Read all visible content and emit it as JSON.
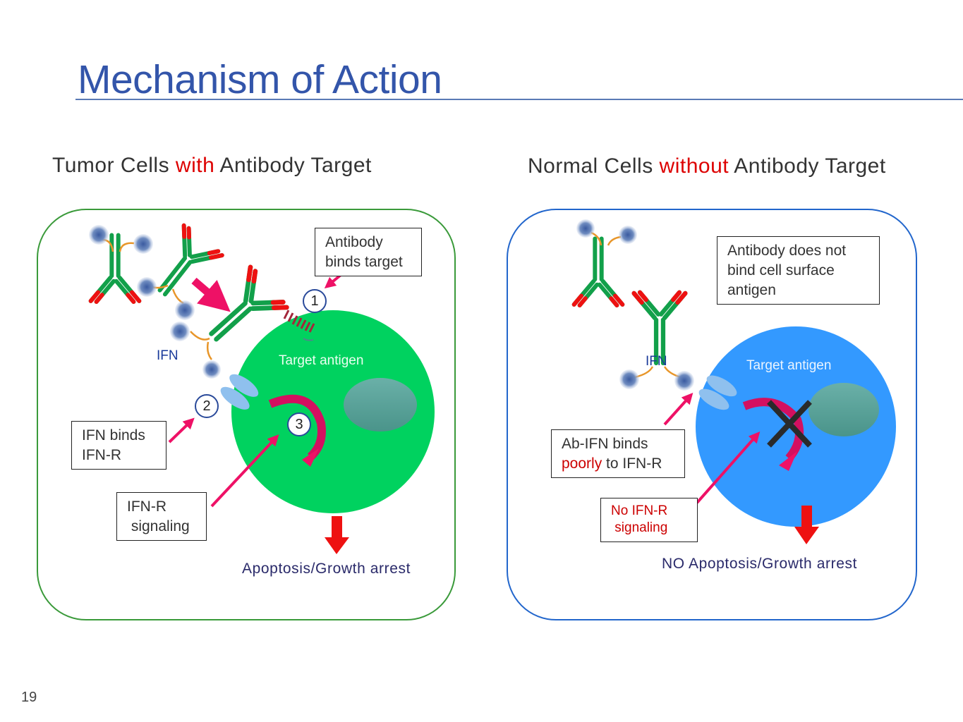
{
  "slide": {
    "title": "Mechanism of Action",
    "page_number": "19"
  },
  "left_panel": {
    "heading_before": "Tumor Cells ",
    "heading_highlight": "with",
    "heading_after": " Antibody Target",
    "ifn_label": "IFN",
    "target_antigen_label": "Target antigen",
    "callouts": {
      "antibody_binds_line1": "Antibody",
      "antibody_binds_line2": "binds target",
      "ifn_binds_line1": "IFN binds",
      "ifn_binds_line2": "IFN-R",
      "signaling_line1": "IFN-R",
      "signaling_line2": " signaling"
    },
    "steps": [
      "1",
      "2",
      "3"
    ],
    "outcome": "Apoptosis/Growth arrest",
    "cell_color": "#00d25f"
  },
  "right_panel": {
    "heading_before": "Normal Cells ",
    "heading_highlight": "without",
    "heading_after": " Antibody Target",
    "ifn_label": "IFN",
    "target_antigen_label": "Target antigen",
    "callouts": {
      "no_bind_line1": "Antibody does not",
      "no_bind_line2": "bind cell surface",
      "no_bind_line3": "antigen",
      "poor_bind_line1": "Ab-IFN binds",
      "poor_bind_highlight": "poorly",
      "poor_bind_rest": " to IFN-R",
      "no_signal_line1": "No IFN-R",
      "no_signal_line2": " signaling"
    },
    "outcome": "NO Apoptosis/Growth arrest",
    "cell_color": "#3399ff"
  },
  "colors": {
    "title": "#3355aa",
    "highlight": "#dd0000",
    "antibody_green": "#12a04a",
    "antibody_red": "#ee1111",
    "arrow_pink": "#ee1166",
    "nucleus": "#5aa59a",
    "receptor": "#8fc0ee"
  }
}
